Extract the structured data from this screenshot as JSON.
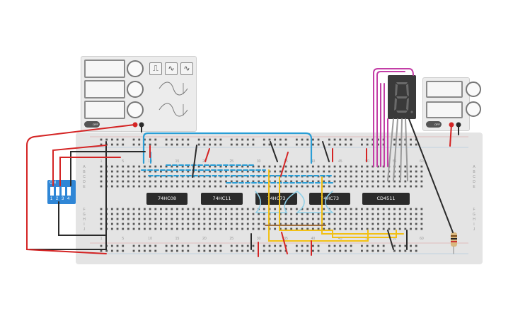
{
  "chips": [
    "74HC08",
    "74HC11",
    "74HC73",
    "74HC73",
    "CD4511"
  ],
  "dip_switch": {
    "on_label": "ON",
    "numbers": [
      "1",
      "2",
      "3",
      "4"
    ]
  },
  "function_generator": {
    "waveform_buttons": [
      "⎍",
      "∿",
      "∿"
    ],
    "toggle_label": "OFF"
  },
  "power_supply": {
    "toggle_label": "OFF"
  },
  "breadboard": {
    "column_numbers_top": [
      "1",
      "5",
      "10",
      "15",
      "20",
      "25",
      "30",
      "35",
      "40",
      "45",
      "50",
      "55",
      "60"
    ],
    "column_numbers_bottom": [
      "1",
      "5",
      "10",
      "15",
      "20",
      "25",
      "30",
      "35",
      "40",
      "45",
      "50",
      "55",
      "60"
    ],
    "row_letters_top": [
      "A",
      "B",
      "C",
      "D",
      "E"
    ],
    "row_letters_bottom": [
      "F",
      "G",
      "H",
      "I",
      "J"
    ]
  },
  "colors": {
    "red": "#d42424",
    "black": "#2a2a2a",
    "blue": "#2a9ed6",
    "yellow": "#f2c014",
    "magenta": "#c33ea6",
    "gray": "#9a9a9a",
    "brown": "#a07040"
  }
}
